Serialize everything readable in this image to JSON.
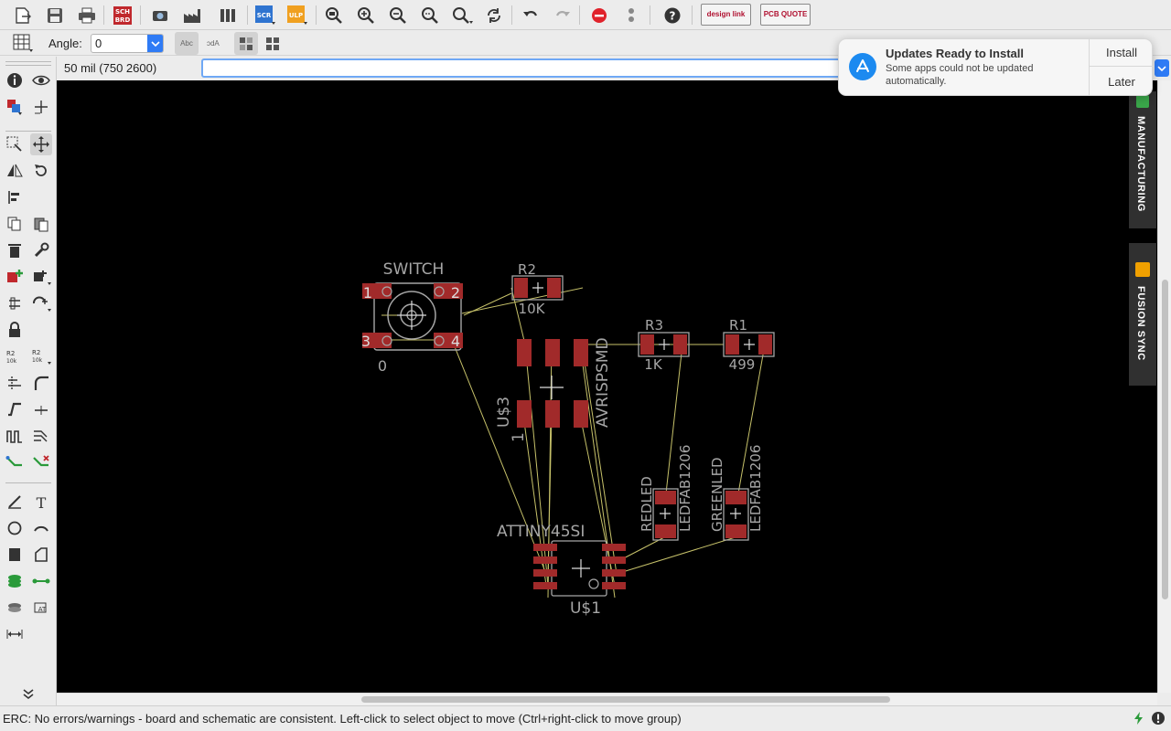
{
  "window": {
    "title": "EAGLE Board Editor"
  },
  "toolbar": {
    "items": [
      {
        "name": "open-icon"
      },
      {
        "name": "save-icon"
      },
      {
        "name": "print-icon"
      },
      {
        "name": "sch-brd-switch-icon",
        "text": "SCH BRD"
      },
      {
        "name": "cam-icon"
      },
      {
        "name": "manufacturing-icon"
      },
      {
        "name": "library-icon"
      },
      {
        "name": "script-icon",
        "text": "SCR"
      },
      {
        "name": "ulp-icon",
        "text": "ULP"
      },
      {
        "name": "zoom-fit-icon"
      },
      {
        "name": "zoom-in-icon"
      },
      {
        "name": "zoom-out-icon"
      },
      {
        "name": "zoom-select-icon"
      },
      {
        "name": "zoom-area-icon"
      },
      {
        "name": "redraw-icon"
      },
      {
        "name": "undo-icon"
      },
      {
        "name": "redo-icon"
      },
      {
        "name": "stop-icon"
      },
      {
        "name": "go-icon"
      },
      {
        "name": "help-icon"
      }
    ],
    "design_link_label": "design link",
    "pcb_quote_label": "PCB QUOTE"
  },
  "parambar": {
    "angle_label": "Angle:",
    "angle_value": "0",
    "text_style_options": [
      "Abc",
      "Abc"
    ]
  },
  "command": {
    "coordinate": "50 mil (750 2600)",
    "input_value": "",
    "input_placeholder": ""
  },
  "board": {
    "parts": [
      {
        "name": "SWITCH",
        "value": "0",
        "pads": [
          "1",
          "2",
          "3",
          "4"
        ]
      },
      {
        "name": "R2",
        "value": "10K"
      },
      {
        "name": "R3",
        "value": "1K"
      },
      {
        "name": "R1",
        "value": "499"
      },
      {
        "name": "U$3",
        "value": "1",
        "package": "AVRISPSMD"
      },
      {
        "name": "REDLED",
        "package": "LEDFAB1206"
      },
      {
        "name": "GREENLED",
        "package": "LEDFAB1206"
      },
      {
        "name": "U$1",
        "package": "ATTINY45SI"
      }
    ],
    "colors": {
      "background": "#000000",
      "pad": "#a12a2a",
      "silkscreen": "#a6a6a6",
      "airwire": "#c7c26a"
    }
  },
  "side_panel": {
    "tabs": [
      {
        "label": "MANUFACTURING",
        "icon_color": "#3aa64a"
      },
      {
        "label": "FUSION SYNC",
        "icon_color": "#f0a000"
      }
    ]
  },
  "notification": {
    "title": "Updates Ready to Install",
    "body": "Some apps could not be updated automatically.",
    "install_label": "Install",
    "later_label": "Later"
  },
  "status": {
    "text": "ERC: No errors/warnings - board and schematic are consistent. Left-click to select object to move (Ctrl+right-click to move group)"
  }
}
